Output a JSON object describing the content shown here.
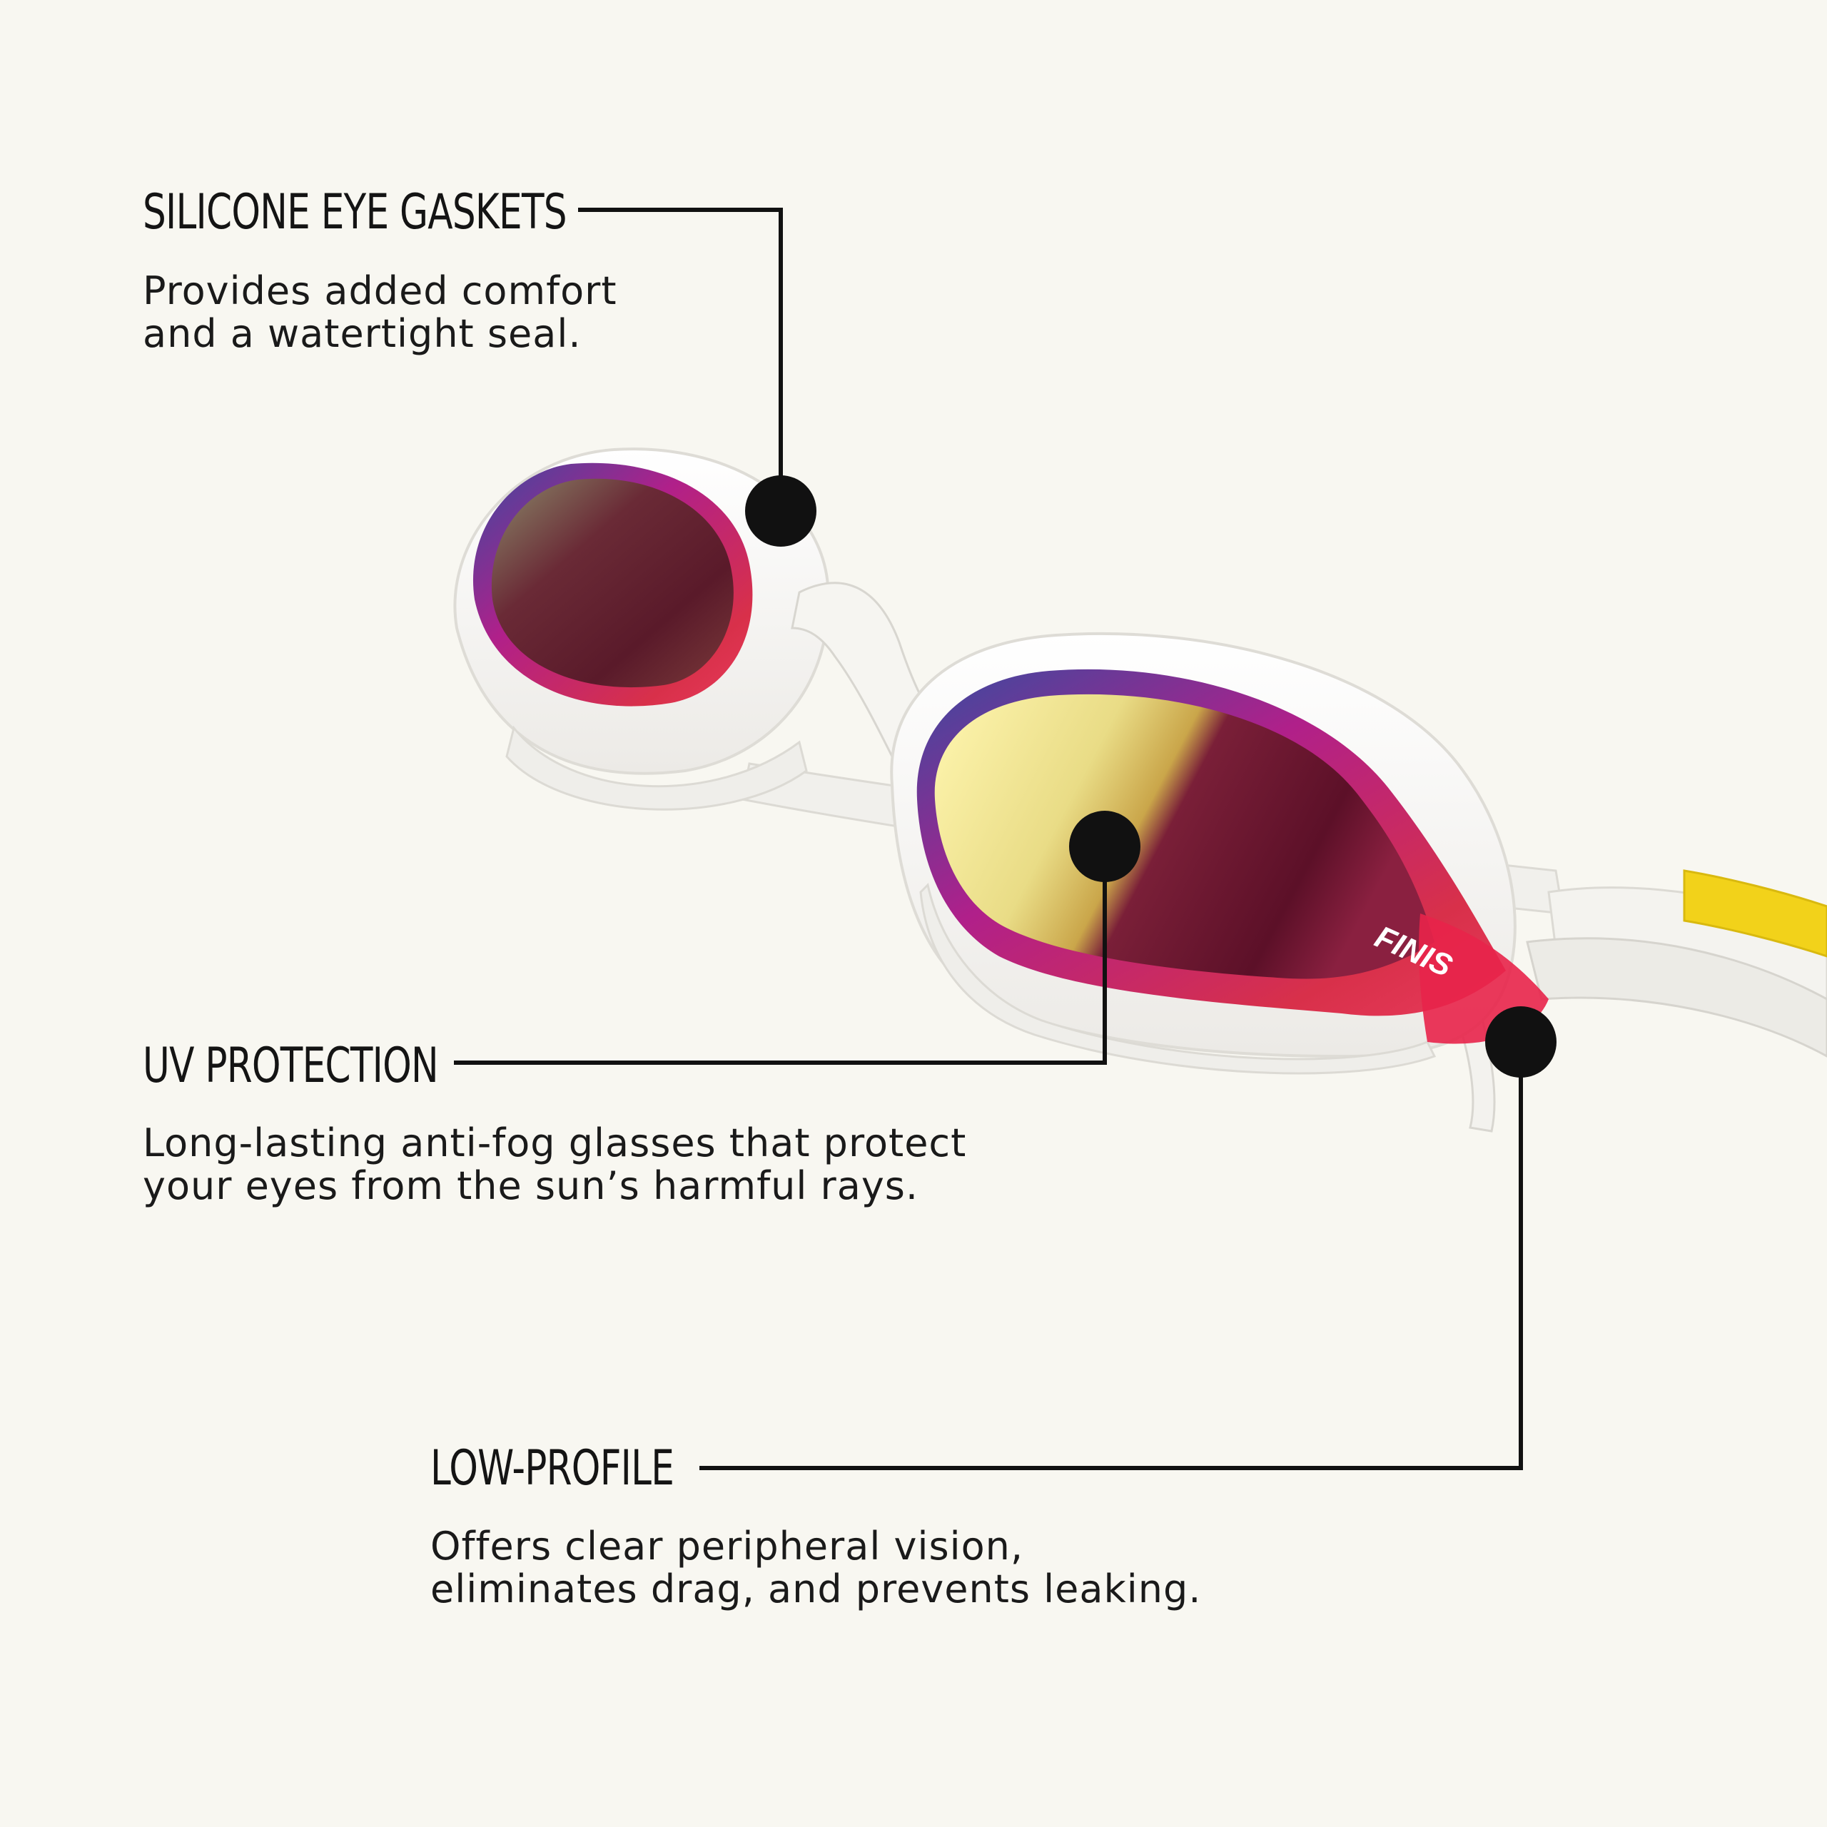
{
  "callouts": [
    {
      "title": "SILICONE EYE GASKETS",
      "description_lines": [
        "Provides added comfort",
        "and a watertight seal."
      ]
    },
    {
      "title": "UV PROTECTION",
      "description_lines": [
        "Long-lasting anti-fog glasses that protect",
        "your eyes from the sun’s harmful rays."
      ]
    },
    {
      "title": "LOW-PROFILE",
      "description_lines": [
        "Offers clear peripheral vision,",
        "eliminates drag, and prevents leaking."
      ]
    }
  ],
  "product": {
    "brand_logo_text": "FINIS",
    "frame_color": "#ffffff",
    "lens_tint": "mirrored red/gold",
    "strap_accent_color": "#f2d21a"
  },
  "background_color": "#f8f7f1"
}
